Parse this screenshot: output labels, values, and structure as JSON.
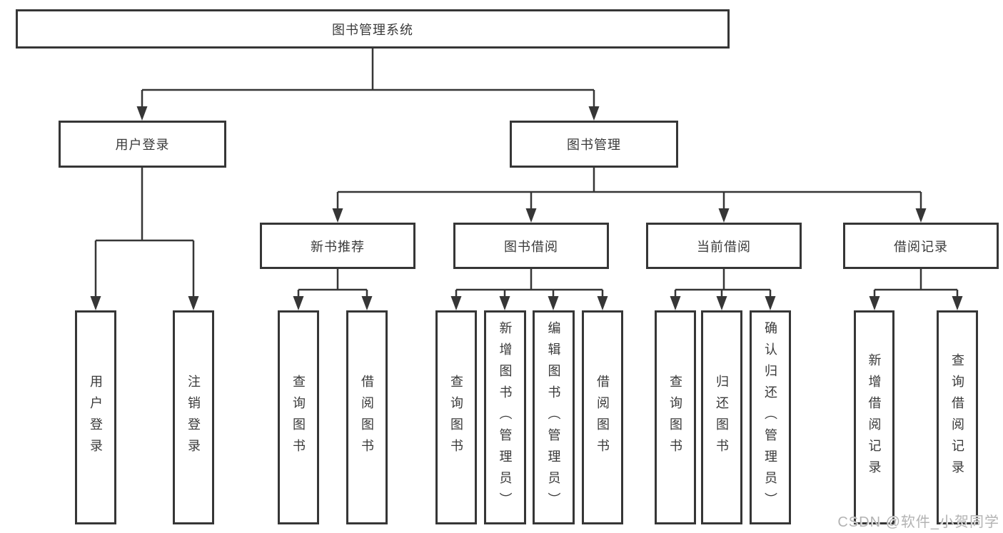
{
  "colors": {
    "background": "#ffffff",
    "line": "#363636",
    "box_border": "#363636",
    "text": "#3a3a3a",
    "watermark": "#b3b3b3"
  },
  "watermark": "CSDN @软件_小贺同学",
  "tree": {
    "root": {
      "label": "图书管理系统"
    },
    "branches": [
      {
        "label": "用户登录",
        "children": [
          {
            "label": "用户登录"
          },
          {
            "label": "注销登录"
          }
        ]
      },
      {
        "label": "图书管理",
        "children": [
          {
            "label": "新书推荐",
            "children": [
              {
                "label": "查询图书"
              },
              {
                "label": "借阅图书"
              }
            ]
          },
          {
            "label": "图书借阅",
            "children": [
              {
                "label": "查询图书"
              },
              {
                "label": "新增图书（管理员）"
              },
              {
                "label": "编辑图书（管理员）"
              },
              {
                "label": "借阅图书"
              }
            ]
          },
          {
            "label": "当前借阅",
            "children": [
              {
                "label": "查询图书"
              },
              {
                "label": "归还图书"
              },
              {
                "label": "确认归还（管理员）"
              }
            ]
          },
          {
            "label": "借阅记录",
            "children": [
              {
                "label": "新增借阅记录"
              },
              {
                "label": "查询借阅记录"
              }
            ]
          }
        ]
      }
    ]
  }
}
